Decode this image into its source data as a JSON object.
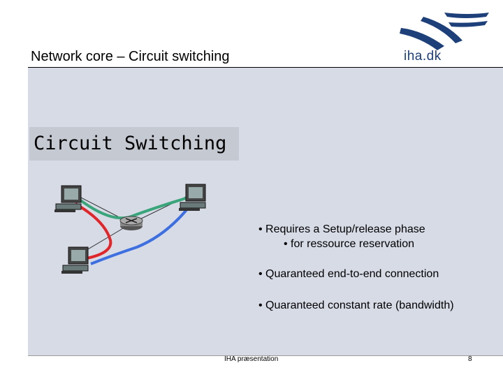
{
  "header": {
    "title": "Network core – Circuit switching",
    "logo_text": "iha.dk"
  },
  "section": {
    "title": "Circuit Switching"
  },
  "bullets": [
    "• Requires a Setup/release phase",
    "• for ressource reservation",
    "• Quaranteed end-to-end connection",
    "• Quaranteed constant rate (bandwidth)"
  ],
  "footer": {
    "center": "IHA præsentation",
    "page": "8"
  },
  "colors": {
    "panel": "#d6dbe6",
    "logo": "#1d3f7a",
    "link_green": "#3aa57a",
    "link_red": "#e0262a",
    "link_blue": "#3d6fe0"
  },
  "icons": [
    "computer-icon",
    "router-icon"
  ]
}
